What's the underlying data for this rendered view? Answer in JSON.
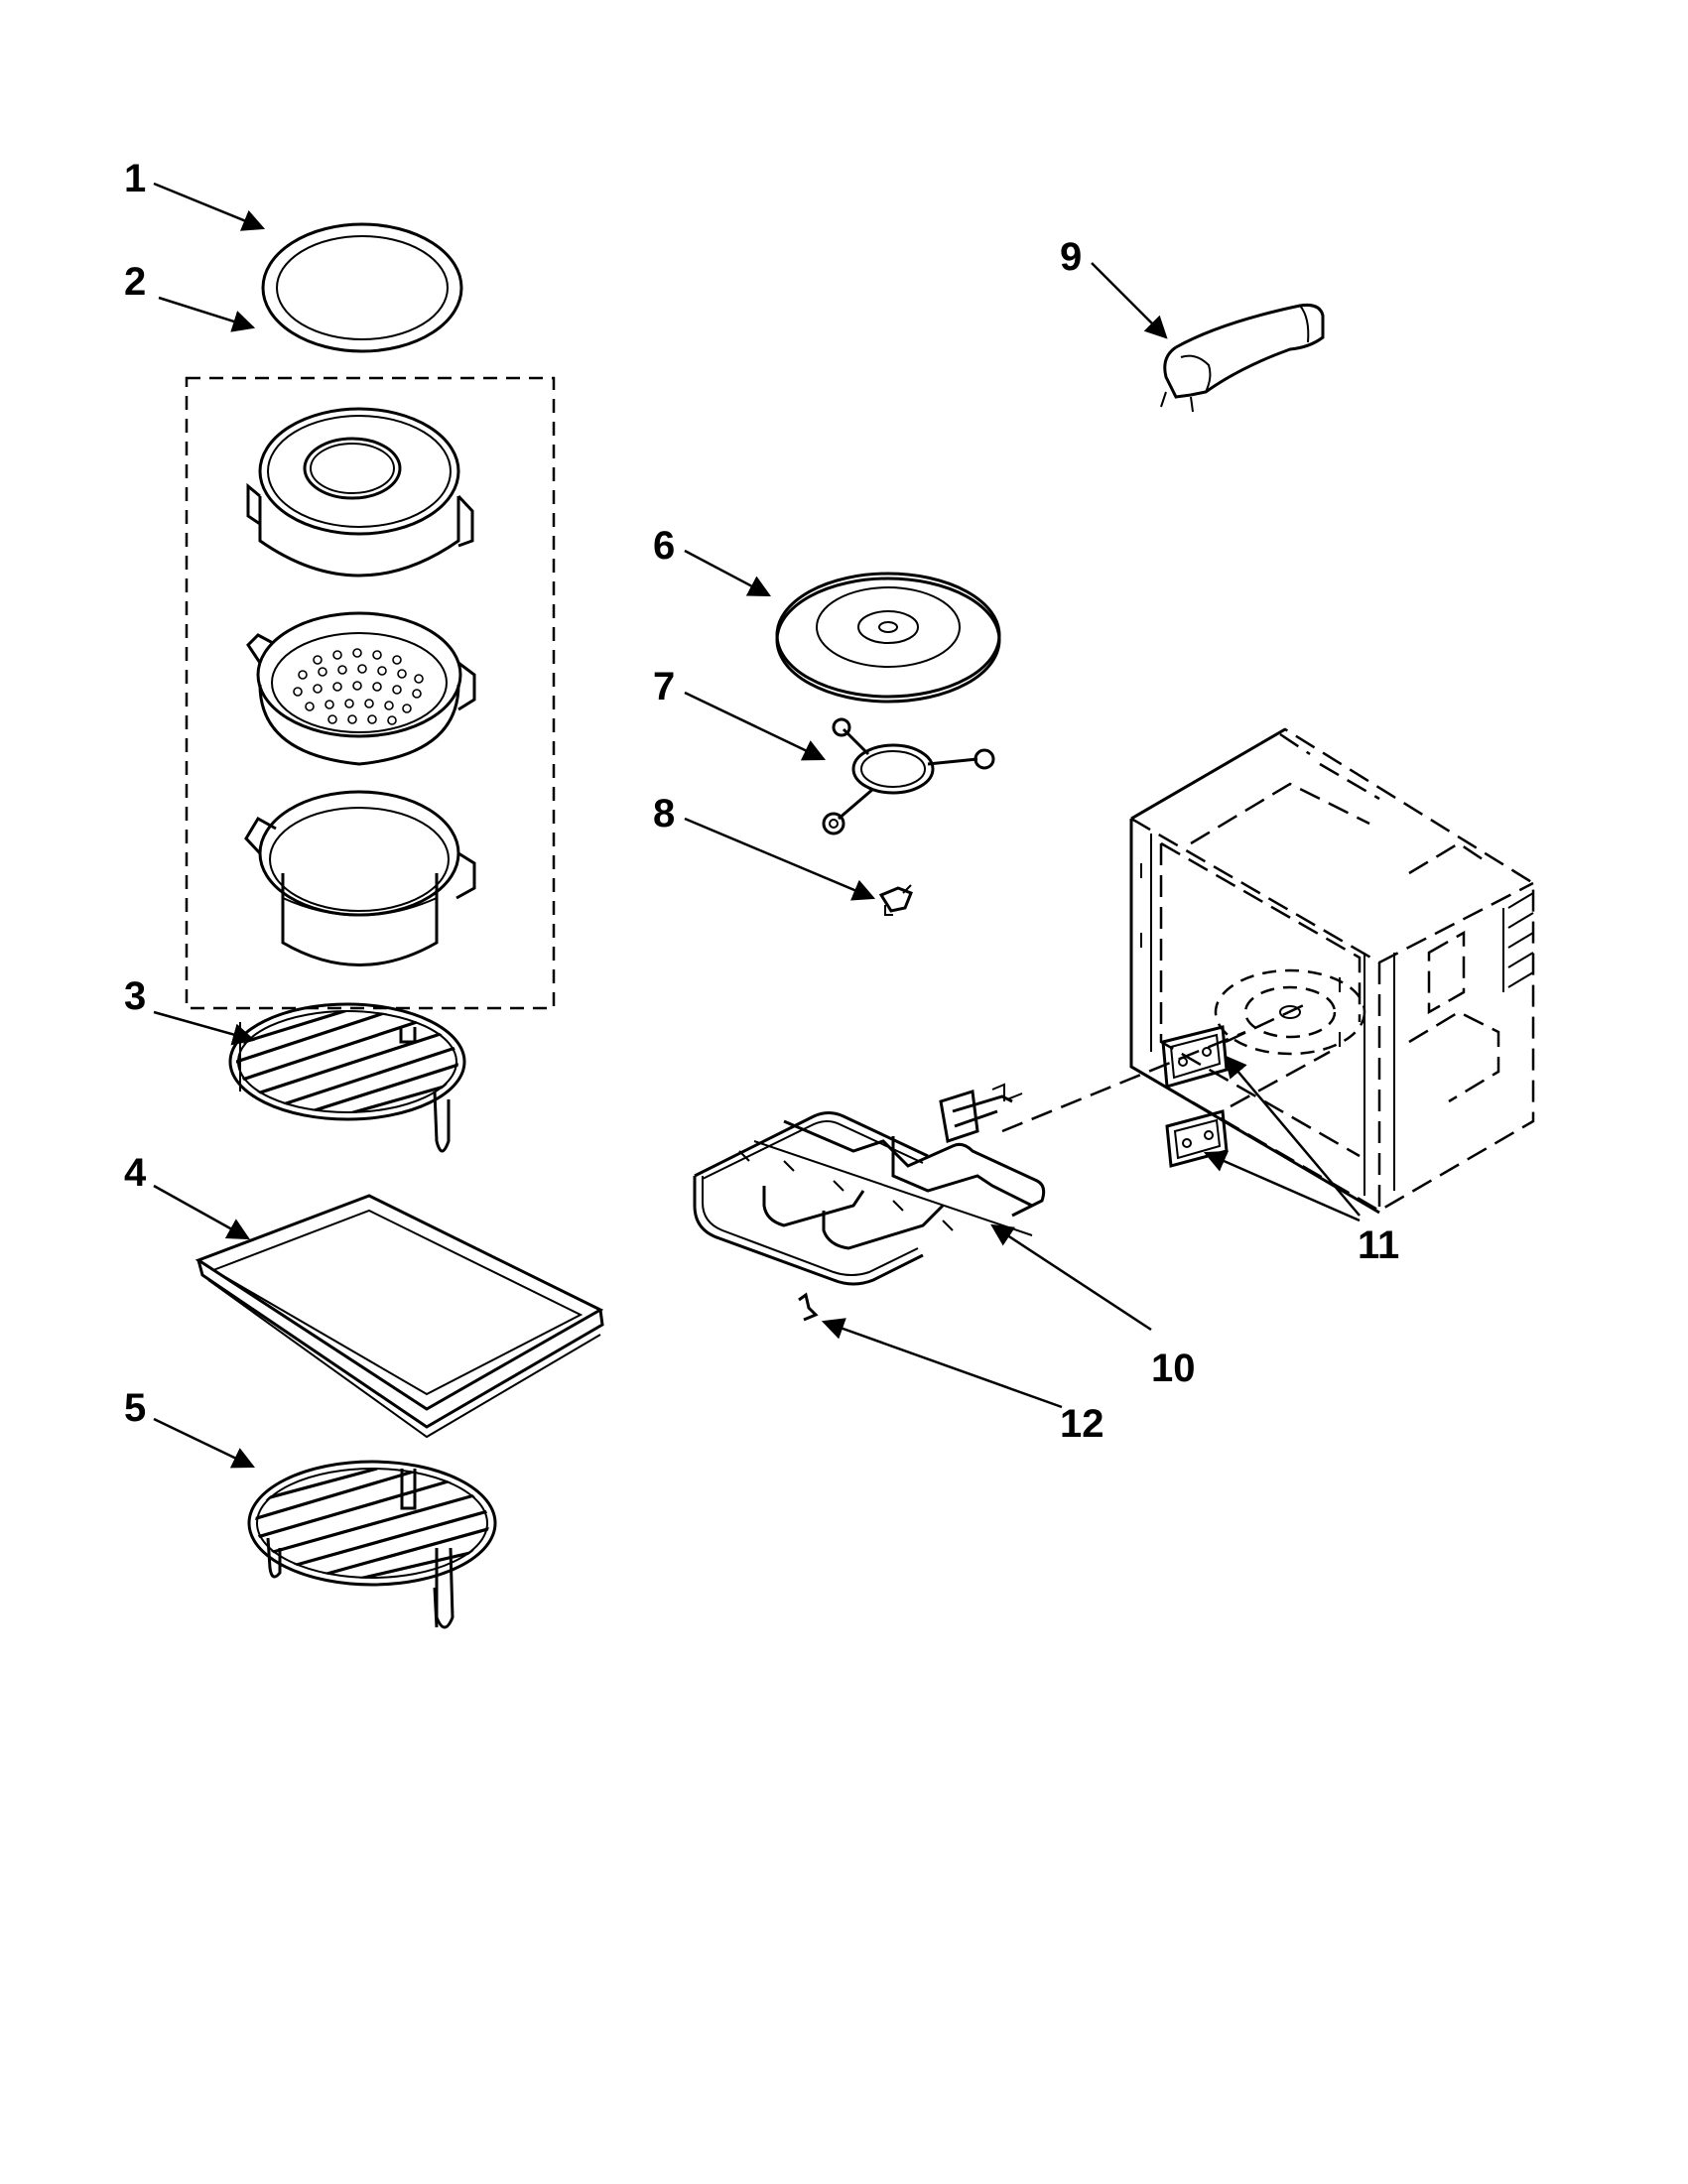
{
  "callouts": {
    "c1": "1",
    "c2": "2",
    "c3": "3",
    "c4": "4",
    "c5": "5",
    "c6": "6",
    "c7": "7",
    "c8": "8",
    "c9": "9",
    "c10": "10",
    "c11": "11",
    "c12": "12"
  },
  "colors": {
    "ink": "#000000",
    "paper": "#ffffff",
    "dot_fill": "#c8c8c8"
  }
}
